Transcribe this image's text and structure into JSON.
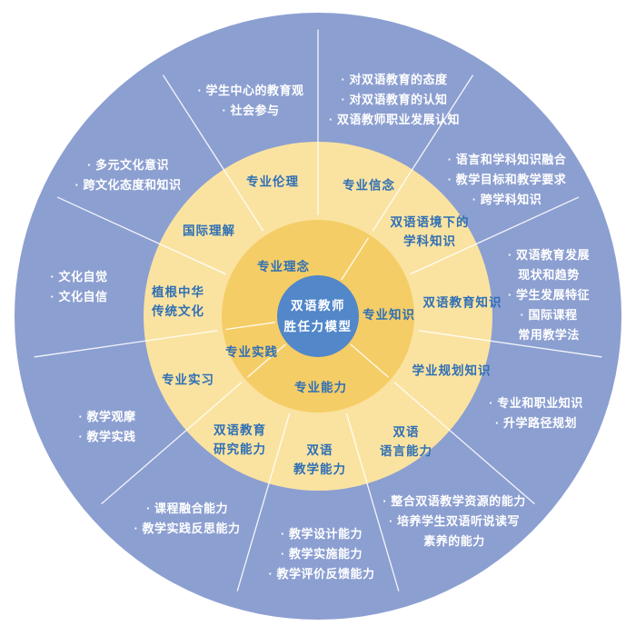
{
  "diagram": {
    "title": "双语教师胜任力模型",
    "center": {
      "lines": [
        "双语教师",
        "胜任力模型"
      ]
    },
    "inner_ring": [
      {
        "label": "专业理念"
      },
      {
        "label": "专业知识"
      },
      {
        "label": "专业能力"
      },
      {
        "label": "专业实践"
      }
    ],
    "middle_ring": [
      {
        "lines": [
          "专业伦理"
        ]
      },
      {
        "lines": [
          "专业信念"
        ]
      },
      {
        "lines": [
          "双语语境下的",
          "学科知识"
        ]
      },
      {
        "lines": [
          "双语教育知识"
        ]
      },
      {
        "lines": [
          "学业规划知识"
        ]
      },
      {
        "lines": [
          "双语",
          "语言能力"
        ]
      },
      {
        "lines": [
          "双语",
          "教学能力"
        ]
      },
      {
        "lines": [
          "双语教育",
          "研究能力"
        ]
      },
      {
        "lines": [
          "专业实习"
        ]
      },
      {
        "lines": [
          "植根中华",
          "传统文化"
        ]
      },
      {
        "lines": [
          "国际理解"
        ]
      }
    ],
    "outer_ring": {
      "bullet": "·",
      "groups": [
        {
          "items": [
            {
              "lines": [
                "学生中心的教育观"
              ]
            },
            {
              "lines": [
                "社会参与"
              ]
            }
          ]
        },
        {
          "items": [
            {
              "lines": [
                "对双语教育的态度"
              ]
            },
            {
              "lines": [
                "对双语教育的认知"
              ]
            },
            {
              "lines": [
                "双语教师职业发展认知"
              ]
            }
          ]
        },
        {
          "items": [
            {
              "lines": [
                "语言和学科知识融合"
              ]
            },
            {
              "lines": [
                "教学目标和教学要求"
              ]
            },
            {
              "lines": [
                "跨学科知识"
              ]
            }
          ]
        },
        {
          "items": [
            {
              "lines": [
                "双语教育发展",
                "现状和趋势"
              ]
            },
            {
              "lines": [
                "学生发展特征"
              ]
            },
            {
              "lines": [
                "国际课程",
                "常用教学法"
              ]
            }
          ]
        },
        {
          "items": [
            {
              "lines": [
                "专业和职业知识"
              ]
            },
            {
              "lines": [
                "升学路径规划"
              ]
            }
          ]
        },
        {
          "items": [
            {
              "lines": [
                "整合双语教学资源的能力"
              ]
            },
            {
              "lines": [
                "培养学生双语听说读写",
                "素养的能力"
              ]
            }
          ]
        },
        {
          "items": [
            {
              "lines": [
                "教学设计能力"
              ]
            },
            {
              "lines": [
                "教学实施能力"
              ]
            },
            {
              "lines": [
                "教学评价反馈能力"
              ]
            }
          ]
        },
        {
          "items": [
            {
              "lines": [
                "课程融合能力"
              ]
            },
            {
              "lines": [
                "教学实践反思能力"
              ]
            }
          ]
        },
        {
          "items": [
            {
              "lines": [
                "教学观摩"
              ]
            },
            {
              "lines": [
                "教学实践"
              ]
            }
          ]
        },
        {
          "items": [
            {
              "lines": [
                "文化自觉"
              ]
            },
            {
              "lines": [
                "文化自信"
              ]
            }
          ]
        },
        {
          "items": [
            {
              "lines": [
                "多元文化意识"
              ]
            },
            {
              "lines": [
                "跨文化态度和知识"
              ]
            }
          ]
        }
      ]
    },
    "colors": {
      "background": "#FFFFFF",
      "outer_ring": "#8C9FD1",
      "middle_ring": "#FAE3A1",
      "inner_ring": "#F5CD66",
      "center_circle": "#5287C9",
      "label_text": "#2F6FB5",
      "outer_text": "#FFFFFF",
      "divider_line": "#FFFFFF"
    }
  }
}
